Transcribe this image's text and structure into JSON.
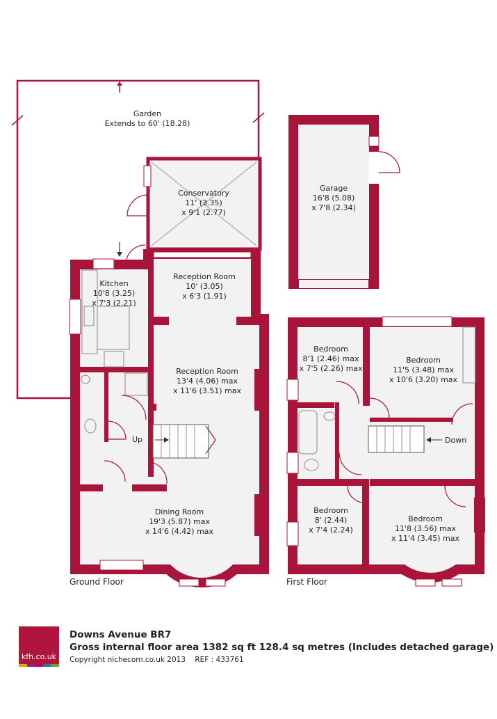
{
  "colors": {
    "wall": "#a8143a",
    "floor": "#f2f2f2",
    "brand": "#b0163d"
  },
  "labels": {
    "garden_1": "Garden",
    "garden_2": "Extends to 60' (18.28)",
    "conservatory_1": "Conservatory",
    "conservatory_2": "11' (3.35)",
    "conservatory_3": "x 9'1 (2.77)",
    "garage_1": "Garage",
    "garage_2": "16'8 (5.08)",
    "garage_3": "x 7'8 (2.34)",
    "reception_small_1": "Reception Room",
    "reception_small_2": "10' (3.05)",
    "reception_small_3": "x 6'3 (1.91)",
    "kitchen_1": "Kitchen",
    "kitchen_2": "10'8 (3.25)",
    "kitchen_3": "x 7'3 (2.21)",
    "reception_large_1": "Reception Room",
    "reception_large_2": "13'4 (4.06) max",
    "reception_large_3": "x 11'6 (3.51) max",
    "dining_1": "Dining Room",
    "dining_2": "19'3 (5.87) max",
    "dining_3": "x 14'6 (4.42) max",
    "up": "Up",
    "bedroom_tl_1": "Bedroom",
    "bedroom_tl_2": "8'1 (2.46) max",
    "bedroom_tl_3": "x 7'5 (2.26) max",
    "bedroom_tr_1": "Bedroom",
    "bedroom_tr_2": "11'5 (3.48) max",
    "bedroom_tr_3": "x 10'6 (3.20) max",
    "down": "Down",
    "bedroom_bl_1": "Bedroom",
    "bedroom_bl_2": "8' (2.44)",
    "bedroom_bl_3": "x 7'4 (2.24)",
    "bedroom_br_1": "Bedroom",
    "bedroom_br_2": "11'8 (3.56) max",
    "bedroom_br_3": "x 11'4 (3.45) max",
    "ground_floor": "Ground Floor",
    "first_floor": "First Floor"
  },
  "footer": {
    "logo_text": "kfh.co.uk",
    "logo_stripes": [
      "#e4a000",
      "#7a2a8c",
      "#c0006a",
      "#1a7a9a",
      "#6aa52a"
    ],
    "address": "Downs Avenue BR7",
    "area": "Gross internal floor area 1382 sq ft 128.4 sq metres (Includes detached garage)",
    "copyright": "Copyright nichecom.co.uk 2013",
    "ref": "REF : 433761"
  }
}
